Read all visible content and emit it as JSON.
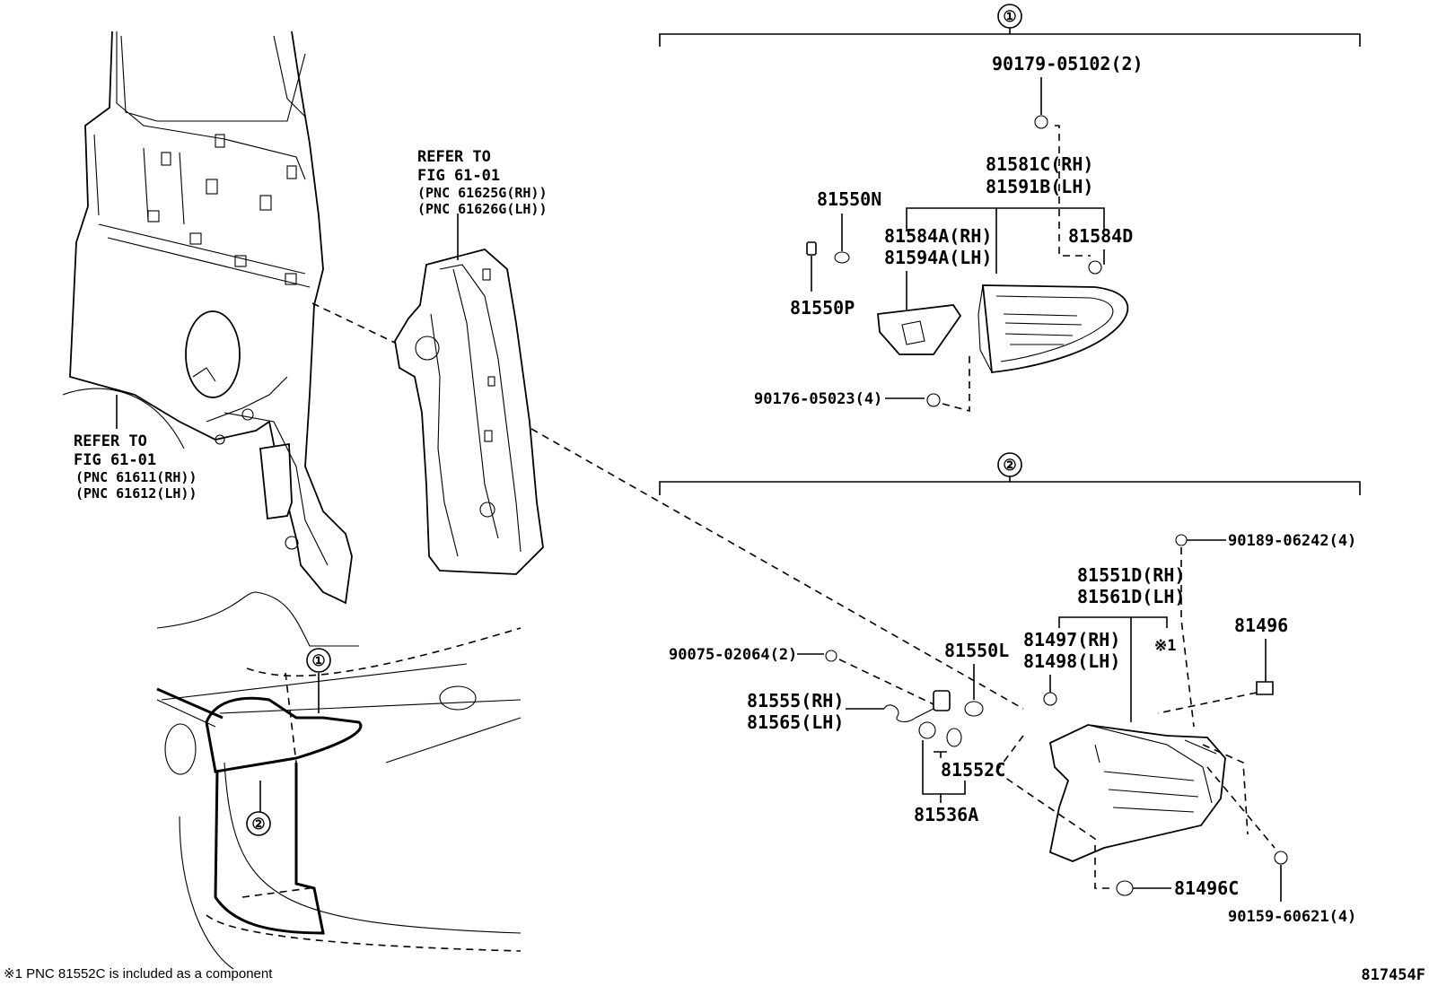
{
  "group_1": {
    "marker": "①",
    "parts": {
      "screw_top": "90179-05102(2)",
      "lamp_rh": "81581C(RH)",
      "lamp_lh": "81591B(LH)",
      "socket_n": "81550N",
      "socket_p": "81550P",
      "gasket_rh": "81584A(RH)",
      "gasket_lh": "81594A(LH)",
      "clip_d": "81584D",
      "screw_bottom": "90176-05023(4)"
    }
  },
  "group_2": {
    "marker": "②",
    "parts": {
      "screw_top": "90189-06242(4)",
      "lamp_rh": "81551D(RH)",
      "lamp_lh": "81561D(LH)",
      "note_ref": "※1",
      "gasket_rh": "81497(RH)",
      "gasket_lh": "81498(LH)",
      "clip_496": "81496",
      "bulb_l": "81550L",
      "screw_left": "90075-02064(2)",
      "wire_rh": "81555(RH)",
      "wire_lh": "81565(LH)",
      "socket_c": "81552C",
      "socket_a": "81536A",
      "clip_496c": "81496C",
      "screw_bottom": "90159-60621(4)"
    }
  },
  "refer_upper": {
    "line1": "REFER TO",
    "line2": "FIG 61-01",
    "line3": "(PNC 61625G(RH))",
    "line4": "(PNC 61626G(LH))"
  },
  "refer_lower": {
    "line1": "REFER TO",
    "line2": "FIG 61-01",
    "line3": "(PNC 61611(RH))",
    "line4": "(PNC 61612(LH))"
  },
  "location_markers": {
    "m1": "①",
    "m2": "②"
  },
  "footnote": "※1 PNC 81552C is included as a component",
  "figure_id": "817454F"
}
